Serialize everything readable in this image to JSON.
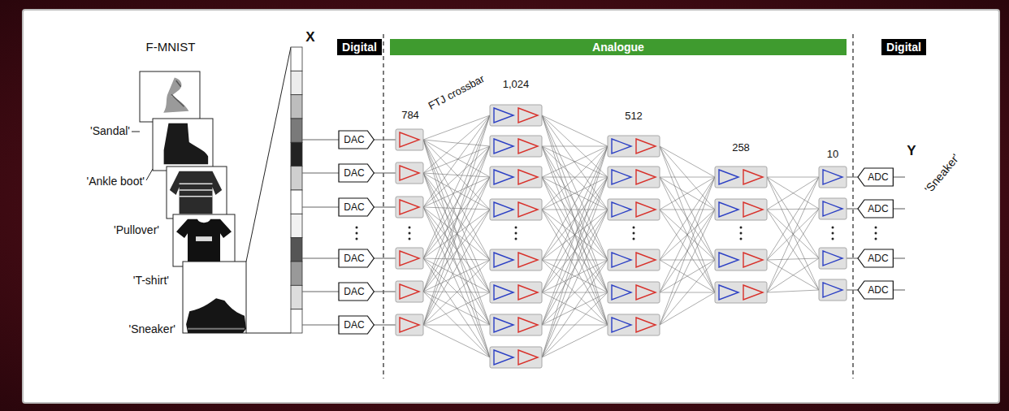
{
  "diagram": {
    "nodes": [
      {
        "text": [
          "Digital"
        ]
      },
      {
        "text": [
          "Analogue"
        ]
      },
      {
        "text": [
          "Digital"
        ]
      },
      {
        "text": [
          "DAC"
        ]
      },
      {
        "text": [
          "DAC"
        ]
      },
      {
        "text": [
          "DAC"
        ]
      },
      {
        "text": [
          "DAC"
        ]
      },
      {
        "text": [
          "DAC"
        ]
      },
      {
        "text": [
          "DAC"
        ]
      },
      {
        "text": [
          "ADC"
        ]
      },
      {
        "text": [
          "ADC"
        ]
      },
      {
        "text": [
          "ADC"
        ]
      },
      {
        "text": [
          "ADC"
        ]
      }
    ],
    "labels": [
      "F-MNIST",
      "'Sandal'",
      "'Ankle boot'",
      "'Pullover'",
      "'T-shirt'",
      "'Sneaker'",
      "X",
      "784",
      "FTJ crossbar",
      "1,024",
      "512",
      "258",
      "10",
      "Y",
      "'Sneaker'"
    ]
  }
}
